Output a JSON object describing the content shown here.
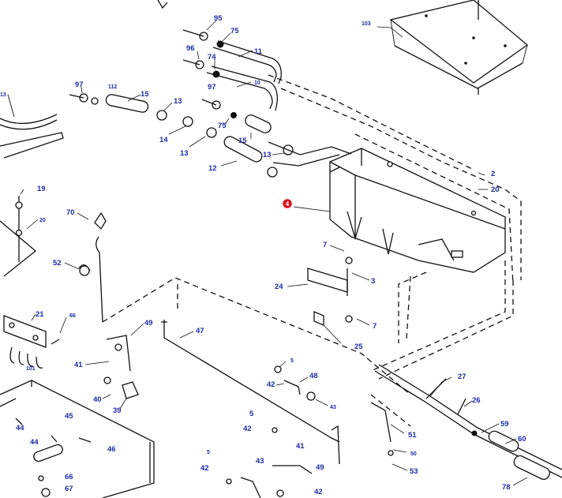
{
  "accent_colors": {
    "label": "#1f2aa6",
    "marker": "#d9141f",
    "line": "#111111"
  },
  "marker": {
    "label": "4"
  },
  "labels": {
    "l95": "95",
    "l75a": "75",
    "l96": "96",
    "l11": "11",
    "l74": "74",
    "l10": "10",
    "l97a": "97",
    "l97b": "97",
    "l112": "112",
    "l15a": "15",
    "l13a": "13",
    "l13b": "13",
    "l14": "14",
    "l75b": "75",
    "l15b": "15",
    "l13c": "13",
    "l13d": "13",
    "l12": "12",
    "l103": "103",
    "l2": "2",
    "l20a": "20",
    "l19": "19",
    "l20b": "20",
    "l70": "70",
    "l52": "52",
    "l7a": "7",
    "l3": "3",
    "l24": "24",
    "l7b": "7",
    "l25": "25",
    "l21": "21",
    "l66a": "66",
    "l101": "101",
    "l49a": "49",
    "l47": "47",
    "l41a": "41",
    "l5a": "5",
    "l48": "48",
    "l42a": "42",
    "l43a": "43",
    "l40": "40",
    "l39": "39",
    "l27": "27",
    "l26": "26",
    "l44a": "44",
    "l45": "45",
    "l44b": "44",
    "l46": "46",
    "l66b": "66",
    "l67": "67",
    "l5b": "5",
    "l42b": "42",
    "l51": "51",
    "l41b": "41",
    "l50": "50",
    "l53": "53",
    "l5c": "5",
    "l42c": "42",
    "l43b": "43",
    "l49b": "49",
    "l42d": "42",
    "l59": "59",
    "l60": "60",
    "l78": "78"
  }
}
